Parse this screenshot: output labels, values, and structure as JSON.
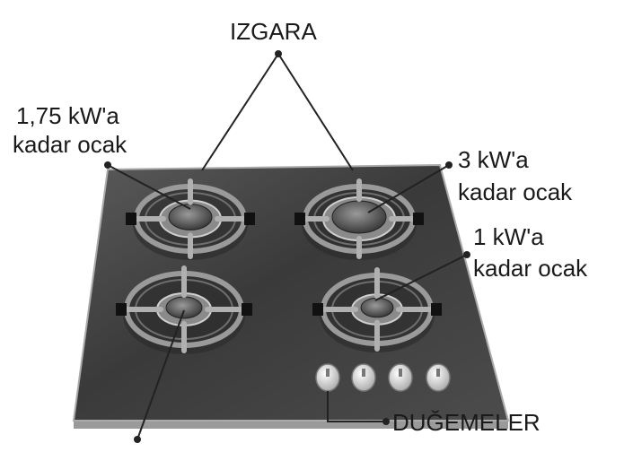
{
  "labels": {
    "grate": "IZGARA",
    "burner_small_line1": "1,75 kW'a",
    "burner_small_line2": "kadar ocak",
    "burner_large_line1": "3 kW'a",
    "burner_large_line2": "kadar ocak",
    "burner_min_line1": "1 kW'a",
    "burner_min_line2": "kadar ocak",
    "knobs": "DUĞEMELER"
  },
  "knob_count": 4,
  "burner_count": 4,
  "colors": {
    "hob_surface": "#3c3c3c",
    "hob_edge": "#aaaaaa",
    "grate_metal": "#8e8e8e",
    "burner_ring": "#c8c8c8",
    "cap": "#4a4a4a",
    "knob": "#e6e6e6",
    "leader_line": "#222222",
    "text": "#1a1a1a"
  }
}
